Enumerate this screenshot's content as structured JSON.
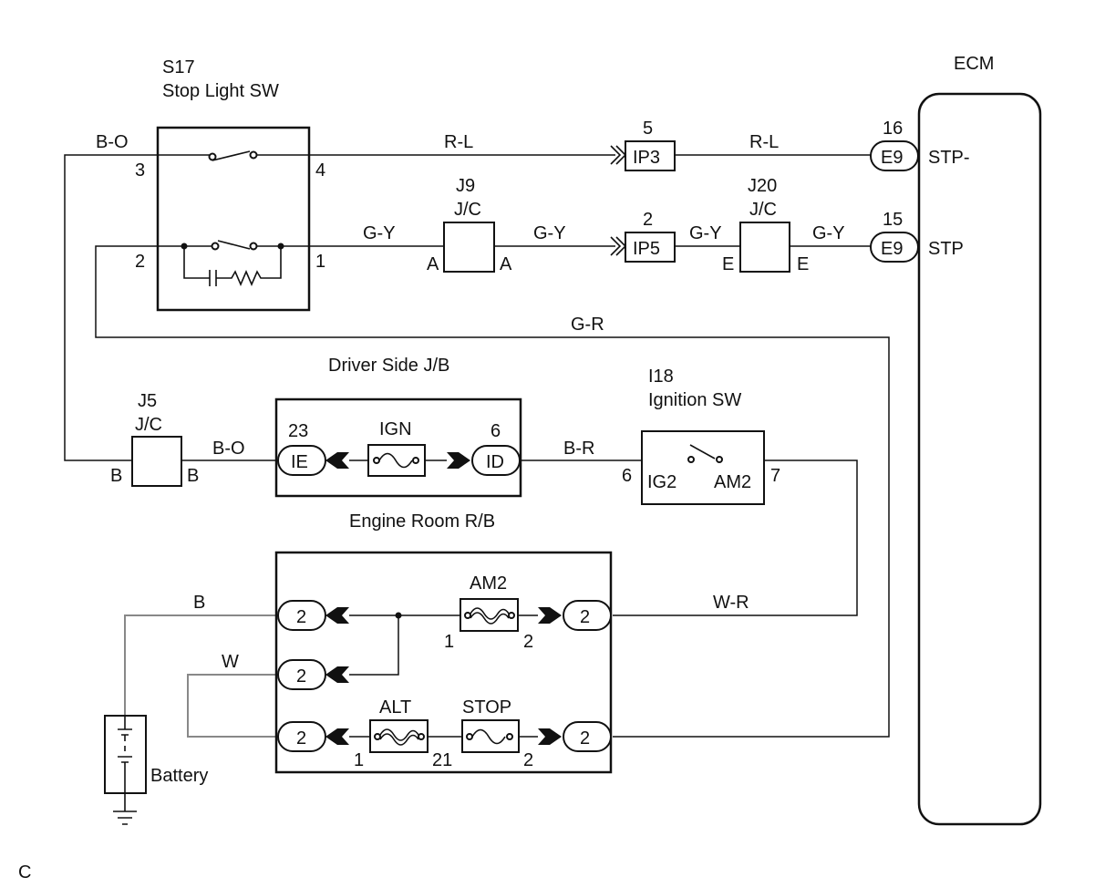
{
  "components": {
    "stop_light_sw": {
      "code": "S17",
      "name": "Stop Light SW",
      "pins": {
        "p3": "3",
        "p4": "4",
        "p2": "2",
        "p1": "1"
      }
    },
    "ecm": {
      "name": "ECM",
      "pins": {
        "stp_minus": "STP-",
        "stp": "STP"
      }
    },
    "driver_jb": {
      "name": "Driver Side J/B",
      "conn_left": "IE",
      "conn_left_pin": "23",
      "fuse": "IGN",
      "conn_right": "ID",
      "conn_right_pin": "6"
    },
    "engine_rb": {
      "name": "Engine Room R/B",
      "fuse_am2": "AM2",
      "fuse_alt": "ALT",
      "fuse_stop": "STOP",
      "conn_pin": "2",
      "fuse_pin1": "1",
      "fuse_pin2": "2",
      "alt_stop_pins": "21"
    },
    "ignition_sw": {
      "code": "I18",
      "name": "Ignition SW",
      "ig2": "IG2",
      "am2": "AM2",
      "pin_left": "6",
      "pin_right": "7"
    },
    "j5": {
      "code": "J5",
      "type": "J/C",
      "pin": "B"
    },
    "j9": {
      "code": "J9",
      "type": "J/C",
      "pin": "A"
    },
    "j20": {
      "code": "J20",
      "type": "J/C",
      "pin": "E"
    },
    "ip3": {
      "name": "IP3",
      "pin": "5"
    },
    "ip5": {
      "name": "IP5",
      "pin": "2"
    },
    "e9_top": {
      "name": "E9",
      "pin": "16"
    },
    "e9_bottom": {
      "name": "E9",
      "pin": "15"
    },
    "battery": {
      "name": "Battery"
    }
  },
  "wires": {
    "b_o": "B-O",
    "r_l": "R-L",
    "g_y": "G-Y",
    "g_r": "G-R",
    "b_r": "B-R",
    "w_r": "W-R",
    "b": "B",
    "w": "W"
  },
  "corner_label": "C"
}
